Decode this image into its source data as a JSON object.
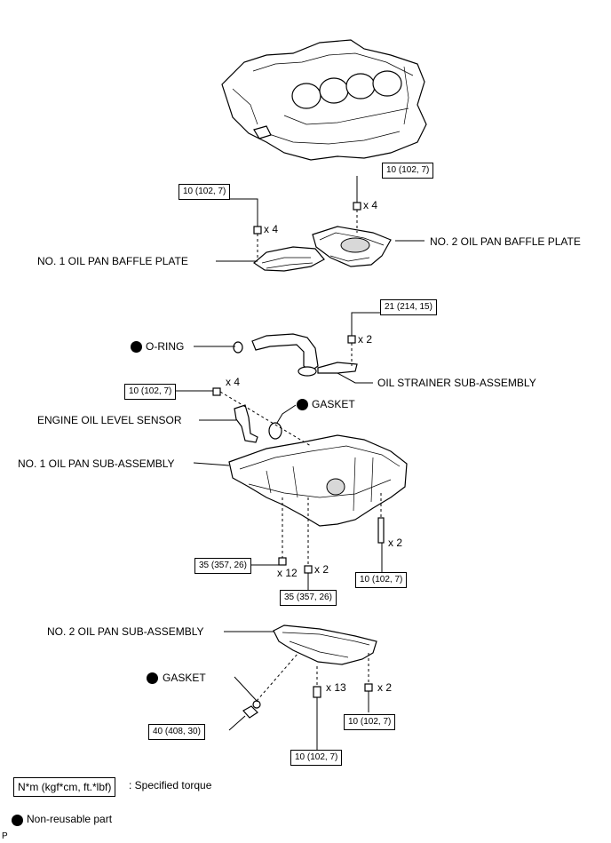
{
  "parts": {
    "no1_baffle_plate": "NO. 1 OIL PAN BAFFLE PLATE",
    "no2_baffle_plate": "NO. 2 OIL PAN BAFFLE PLATE",
    "o_ring": "O-RING",
    "oil_strainer": "OIL STRAINER SUB-ASSEMBLY",
    "gasket_upper": "GASKET",
    "oil_level_sensor": "ENGINE OIL LEVEL SENSOR",
    "no1_oil_pan": "NO. 1 OIL PAN SUB-ASSEMBLY",
    "no2_oil_pan": "NO. 2 OIL PAN SUB-ASSEMBLY",
    "gasket_lower": "GASKET"
  },
  "torques": {
    "t_baffle2": "10 (102, 7)",
    "t_baffle1": "10 (102, 7)",
    "t_strainer": "21 (214, 15)",
    "t_sensor": "10 (102, 7)",
    "t_pan1_left": "35 (357, 26)",
    "t_pan1_mid": "35 (357, 26)",
    "t_pan1_right": "10 (102, 7)",
    "t_drain": "40 (408, 30)",
    "t_pan2_mid": "10 (102, 7)",
    "t_pan2_right": "10 (102, 7)"
  },
  "quantities": {
    "q_baffle2": "x 4",
    "q_baffle1": "x 4",
    "q_strainer": "x 2",
    "q_sensor": "x 4",
    "q_pan1_left": "x 12",
    "q_pan1_mid": "x 2",
    "q_pan1_right": "x 2",
    "q_pan2_mid": "x 13",
    "q_pan2_right": "x 2"
  },
  "legend": {
    "torque_units": "N*m (kgf*cm, ft.*lbf)",
    "torque_desc": ": Specified torque",
    "nonreusable_desc": "Non-reusable part"
  },
  "page_code": "P",
  "colors": {
    "line": "#000000",
    "background": "#ffffff",
    "marker": "#000000"
  }
}
